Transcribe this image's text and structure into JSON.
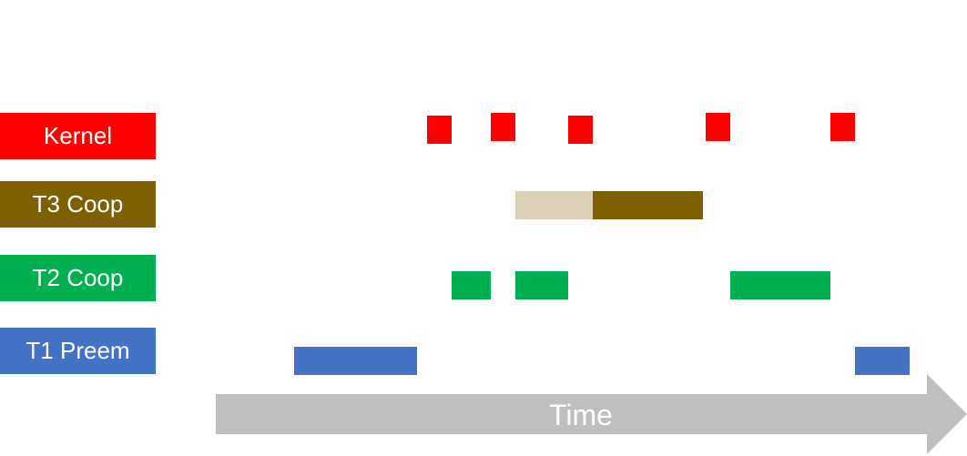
{
  "lanes": {
    "kernel": {
      "label": "Kernel",
      "color": "#ff0000"
    },
    "t3": {
      "label": "T3 Coop",
      "color": "#7f6000",
      "waiting_color": "#d9d0b5"
    },
    "t2": {
      "label": "T2 Coop",
      "color": "#00b050"
    },
    "t1": {
      "label": "T1 Preem",
      "color": "#4472c4"
    }
  },
  "time_axis": {
    "label": "Time",
    "color": "#bfbfbf"
  }
}
